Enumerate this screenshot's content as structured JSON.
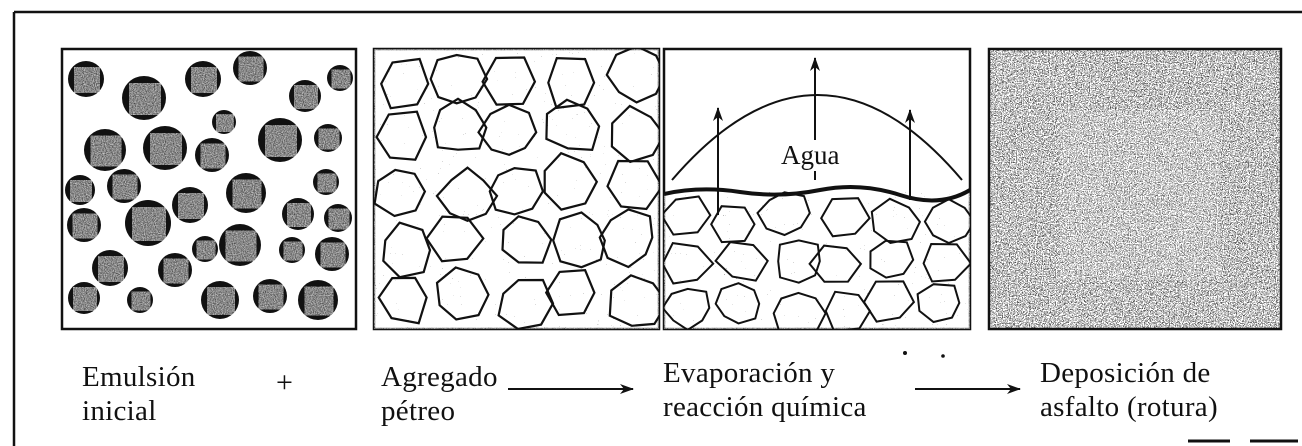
{
  "stages": [
    {
      "id": "emulsion",
      "label_lines": [
        "Emulsión",
        "inicial"
      ]
    },
    {
      "id": "agregado",
      "label_lines": [
        "Agregado",
        "pétreo"
      ]
    },
    {
      "id": "evaporacion",
      "label_lines": [
        "Evaporación y",
        "reacción química"
      ]
    },
    {
      "id": "deposicion",
      "label_lines": [
        "Deposición de",
        "asfalto (rotura)"
      ]
    }
  ],
  "operators": {
    "plus": "+"
  },
  "annotations": {
    "water": "Agua"
  },
  "colors": {
    "ink": "#111111",
    "paper": "#ffffff"
  }
}
